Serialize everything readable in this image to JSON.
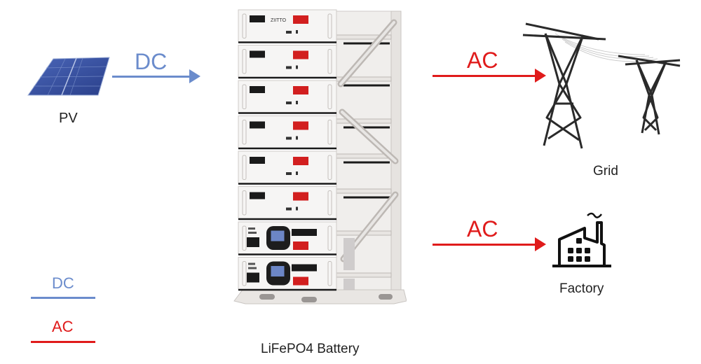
{
  "colors": {
    "dc": "#6b8ccc",
    "ac": "#e01b1b"
  },
  "pv": {
    "label": "PV",
    "icon": "solar-panel-icon"
  },
  "battery": {
    "label": "LiFePO4 Battery",
    "icon": "battery-rack-icon",
    "brand_mark": "ZIITTO",
    "modules": 8,
    "inverter_modules": 2
  },
  "grid": {
    "label": "Grid",
    "icon": "power-tower-icon"
  },
  "factory": {
    "label": "Factory",
    "icon": "factory-icon"
  },
  "flows": [
    {
      "from": "PV",
      "to": "LiFePO4 Battery",
      "label": "DC",
      "type": "dc"
    },
    {
      "from": "LiFePO4 Battery",
      "to": "Grid",
      "label": "AC",
      "type": "ac"
    },
    {
      "from": "LiFePO4 Battery",
      "to": "Factory",
      "label": "AC",
      "type": "ac"
    }
  ],
  "legend": [
    {
      "label": "DC",
      "type": "dc"
    },
    {
      "label": "AC",
      "type": "ac"
    }
  ]
}
